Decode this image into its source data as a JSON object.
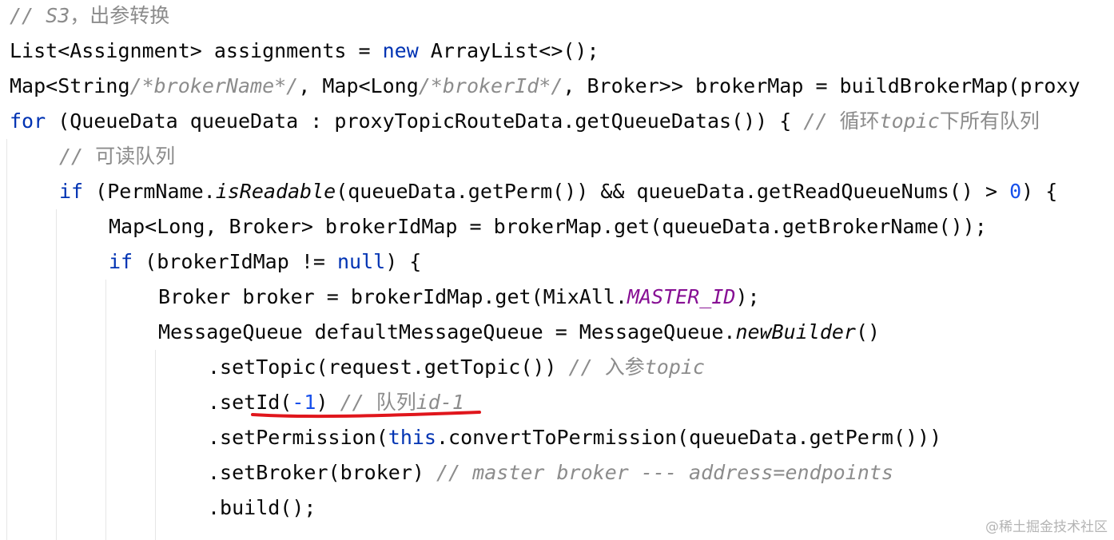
{
  "editor": {
    "lines": [
      {
        "indent": 0,
        "tokens": [
          {
            "t": "comment",
            "v": "// S3"
          },
          {
            "t": "comment-cjk",
            "v": "，出参转换"
          }
        ]
      },
      {
        "indent": 0,
        "tokens": [
          {
            "t": "plain",
            "v": "List<Assignment> assignments = "
          },
          {
            "t": "kw",
            "v": "new"
          },
          {
            "t": "plain",
            "v": " ArrayList<>();"
          }
        ]
      },
      {
        "indent": 0,
        "tokens": [
          {
            "t": "plain",
            "v": "Map<String"
          },
          {
            "t": "comment",
            "v": "/*brokerName*/"
          },
          {
            "t": "plain",
            "v": ", Map<Long"
          },
          {
            "t": "comment",
            "v": "/*brokerId*/"
          },
          {
            "t": "plain",
            "v": ", Broker>> brokerMap = buildBrokerMap(proxy"
          }
        ]
      },
      {
        "indent": 0,
        "tokens": [
          {
            "t": "kw",
            "v": "for"
          },
          {
            "t": "plain",
            "v": " (QueueData queueData : proxyTopicRouteData.getQueueDatas()) { "
          },
          {
            "t": "comment",
            "v": "// "
          },
          {
            "t": "comment-cjk",
            "v": "循环"
          },
          {
            "t": "comment",
            "v": "topic"
          },
          {
            "t": "comment-cjk",
            "v": "下所有队列"
          }
        ]
      },
      {
        "indent": 1,
        "tokens": [
          {
            "t": "comment",
            "v": "// "
          },
          {
            "t": "comment-cjk",
            "v": "可读队列"
          }
        ]
      },
      {
        "indent": 1,
        "tokens": [
          {
            "t": "kw",
            "v": "if"
          },
          {
            "t": "plain",
            "v": " (PermName."
          },
          {
            "t": "static-method",
            "v": "isReadable"
          },
          {
            "t": "plain",
            "v": "(queueData.getPerm()) && queueData.getReadQueueNums() > "
          },
          {
            "t": "num",
            "v": "0"
          },
          {
            "t": "plain",
            "v": ") {"
          }
        ]
      },
      {
        "indent": 2,
        "tokens": [
          {
            "t": "plain",
            "v": "Map<Long, Broker> brokerIdMap = brokerMap.get(queueData.getBrokerName());"
          }
        ]
      },
      {
        "indent": 2,
        "tokens": [
          {
            "t": "kw",
            "v": "if"
          },
          {
            "t": "plain",
            "v": " (brokerIdMap != "
          },
          {
            "t": "kw",
            "v": "null"
          },
          {
            "t": "plain",
            "v": ") {"
          }
        ]
      },
      {
        "indent": 3,
        "tokens": [
          {
            "t": "plain",
            "v": "Broker broker = brokerIdMap.get(MixAll."
          },
          {
            "t": "const",
            "v": "MASTER_ID"
          },
          {
            "t": "plain",
            "v": ");"
          }
        ]
      },
      {
        "indent": 3,
        "tokens": [
          {
            "t": "plain",
            "v": "MessageQueue defaultMessageQueue = MessageQueue."
          },
          {
            "t": "static-method",
            "v": "newBuilder"
          },
          {
            "t": "plain",
            "v": "()"
          }
        ]
      },
      {
        "indent": 4,
        "tokens": [
          {
            "t": "plain",
            "v": ".setTopic(request.getTopic()) "
          },
          {
            "t": "comment",
            "v": "// "
          },
          {
            "t": "comment-cjk",
            "v": "入参"
          },
          {
            "t": "comment",
            "v": "topic"
          }
        ]
      },
      {
        "indent": 4,
        "tokens": [
          {
            "t": "plain",
            "v": ".setId("
          },
          {
            "t": "num",
            "v": "-1"
          },
          {
            "t": "plain",
            "v": ") "
          },
          {
            "t": "comment",
            "v": "// "
          },
          {
            "t": "comment-cjk",
            "v": "队列"
          },
          {
            "t": "comment",
            "v": "id-1"
          }
        ]
      },
      {
        "indent": 4,
        "tokens": [
          {
            "t": "plain",
            "v": ".setPermission("
          },
          {
            "t": "kw",
            "v": "this"
          },
          {
            "t": "plain",
            "v": ".convertToPermission(queueData.getPerm()))"
          }
        ]
      },
      {
        "indent": 4,
        "tokens": [
          {
            "t": "plain",
            "v": ".setBroker(broker) "
          },
          {
            "t": "comment",
            "v": "// master broker --- address=endpoints"
          }
        ]
      },
      {
        "indent": 4,
        "tokens": [
          {
            "t": "plain",
            "v": ".build();"
          }
        ]
      }
    ],
    "annotation_color": "#e0161c"
  },
  "watermark": "@稀土掘金技术社区"
}
